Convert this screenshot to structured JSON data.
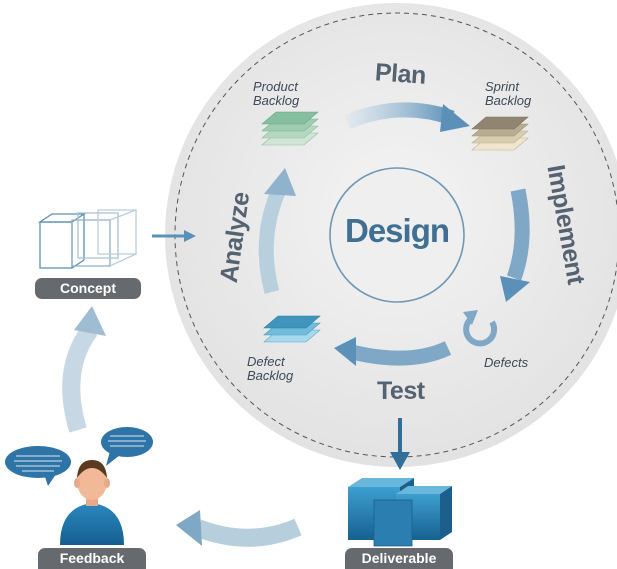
{
  "center": {
    "title": "Design"
  },
  "phases": {
    "plan": "Plan",
    "implement": "Implement",
    "test": "Test",
    "analyze": "Analyze"
  },
  "artifacts": {
    "product_backlog": [
      "Product",
      "Backlog"
    ],
    "sprint_backlog": [
      "Sprint",
      "Backlog"
    ],
    "defect_backlog": [
      "Defect",
      "Backlog"
    ],
    "defects": "Defects"
  },
  "labels": {
    "concept": "Concept",
    "deliverable": "Deliverable",
    "feedback": "Feedback"
  },
  "colors": {
    "circle_fill": "#ececec",
    "arrow_blue": "#5b91b8",
    "phase_text": "#556270",
    "center_text": "#3f6f92",
    "pill_bg": "#666a6e",
    "product_backlog": "#9fcdb2",
    "sprint_backlog": "#b8ad92",
    "defect_backlog": "#3f95bc",
    "deliverable_box": "#2a7fb0"
  },
  "icons": {
    "concept": "wireframe-boxes-icon",
    "deliverable": "stacked-cubes-icon",
    "feedback": "person-avatar-icon",
    "defects": "circular-arrow-icon",
    "bubbles": "speech-bubble-icon"
  }
}
